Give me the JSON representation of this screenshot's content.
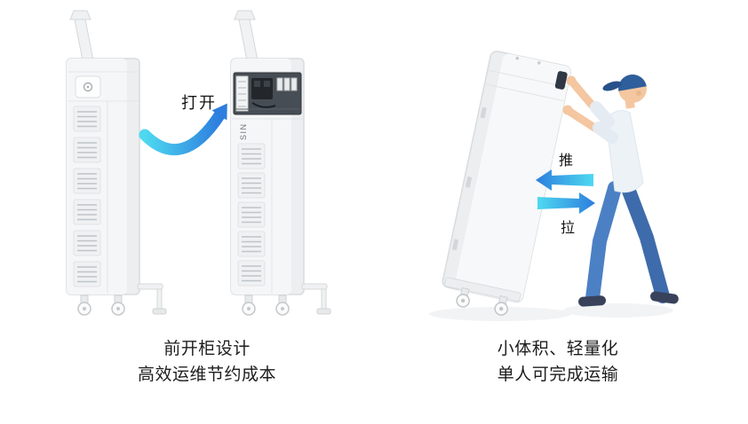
{
  "illustration": {
    "left": {
      "arrow_label": "打开",
      "cabinet_brand": "SIN",
      "caption": [
        "前开柜设计",
        "高效运维节约成本"
      ]
    },
    "right": {
      "push_label": "推",
      "pull_label": "拉",
      "caption": [
        "小体积、轻量化",
        "单人可完成运输"
      ]
    }
  },
  "colors": {
    "background": "#ffffff",
    "text": "#1d1d1f",
    "arrow_gradient_start": "#4ED9F0",
    "arrow_gradient_end": "#2D7EDE",
    "cabinet_fill": "#F5F6F7",
    "cabinet_stroke": "#D9DCDE",
    "worker_shirt": "#EDF2F7",
    "worker_pants": "#4C80C4",
    "worker_cap": "#2E5F9C",
    "skin": "#F4C7A1"
  }
}
